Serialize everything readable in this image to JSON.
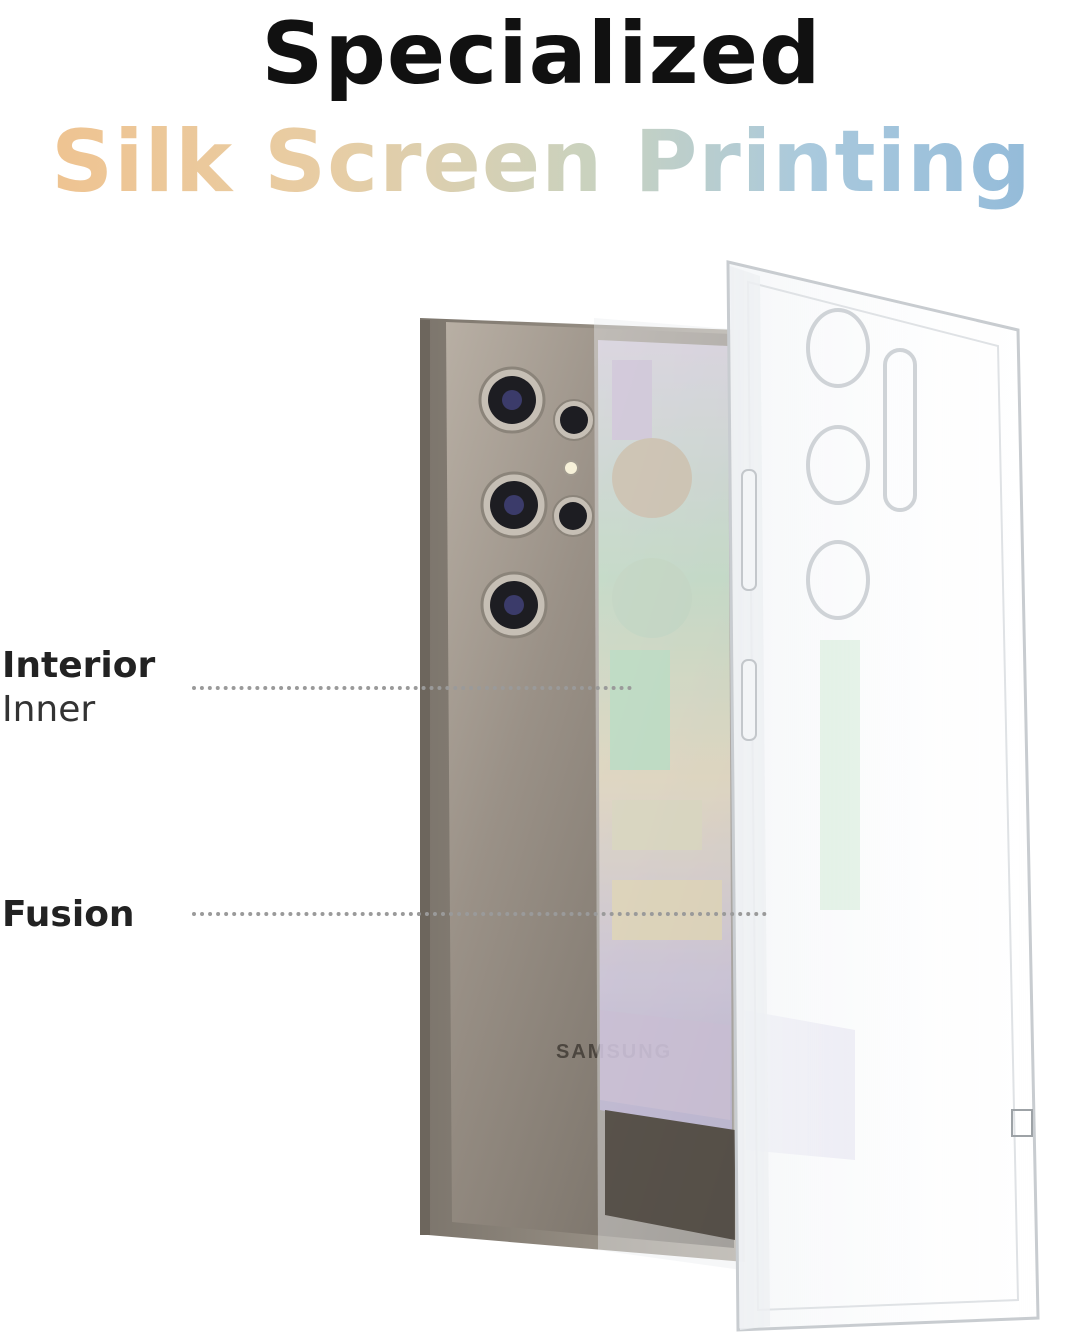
{
  "headline": {
    "line1": "Specialized",
    "line2": "Silk Screen Printing"
  },
  "callouts": {
    "interior": {
      "label": "Interior",
      "sublabel": "Inner"
    },
    "fusion": {
      "label": "Fusion"
    }
  },
  "phone": {
    "brand": "SAMSUNG"
  },
  "colors": {
    "title": "#111111",
    "gradient_start": "#f0c28e",
    "gradient_end": "#8fb8d8",
    "phone_body": "#8d857c",
    "dots": "#9a9a9a"
  }
}
